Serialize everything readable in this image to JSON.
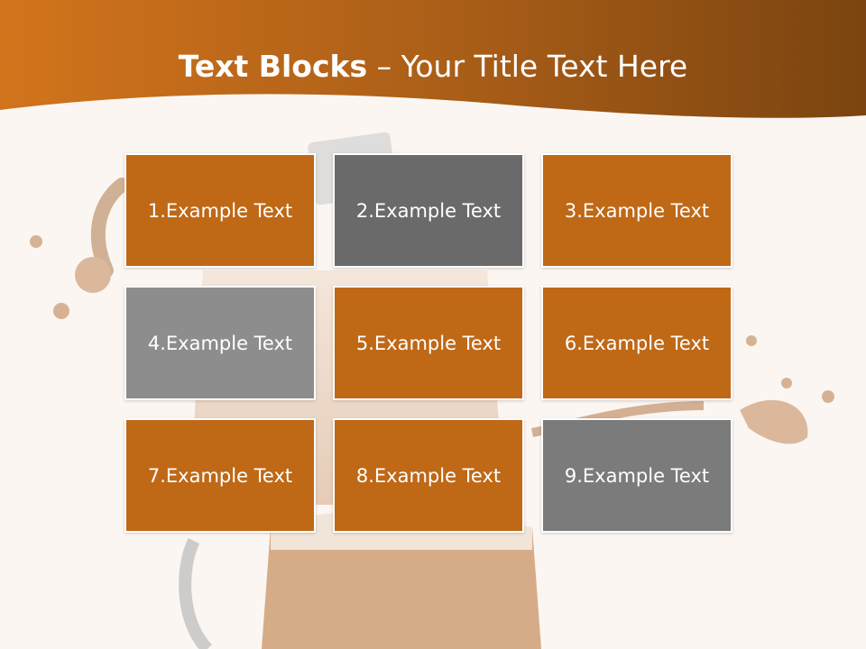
{
  "title": {
    "bold": "Text Blocks",
    "separator": " – ",
    "rest": "Your Title Text Here"
  },
  "colors": {
    "banner_light": "#d2741c",
    "banner_dark": "#7b4410",
    "background": "#fbf6f2",
    "block_orange": "#bf6816",
    "block_dark_gray": "#6a6a6a",
    "block_light_gray": "#8d8d8d",
    "block_gray": "#7b7b7b",
    "text": "#ffffff"
  },
  "blocks": [
    {
      "label": "1.Example Text",
      "color": "#bf6816"
    },
    {
      "label": "2.Example Text",
      "color": "#6a6a6a"
    },
    {
      "label": "3.Example Text",
      "color": "#bf6816"
    },
    {
      "label": "4.Example Text",
      "color": "#8d8d8d"
    },
    {
      "label": "5.Example Text",
      "color": "#bf6816"
    },
    {
      "label": "6.Example Text",
      "color": "#bf6816"
    },
    {
      "label": "7.Example Text",
      "color": "#bf6816"
    },
    {
      "label": "8.Example Text",
      "color": "#bf6816"
    },
    {
      "label": "9.Example Text",
      "color": "#7b7b7b"
    }
  ]
}
